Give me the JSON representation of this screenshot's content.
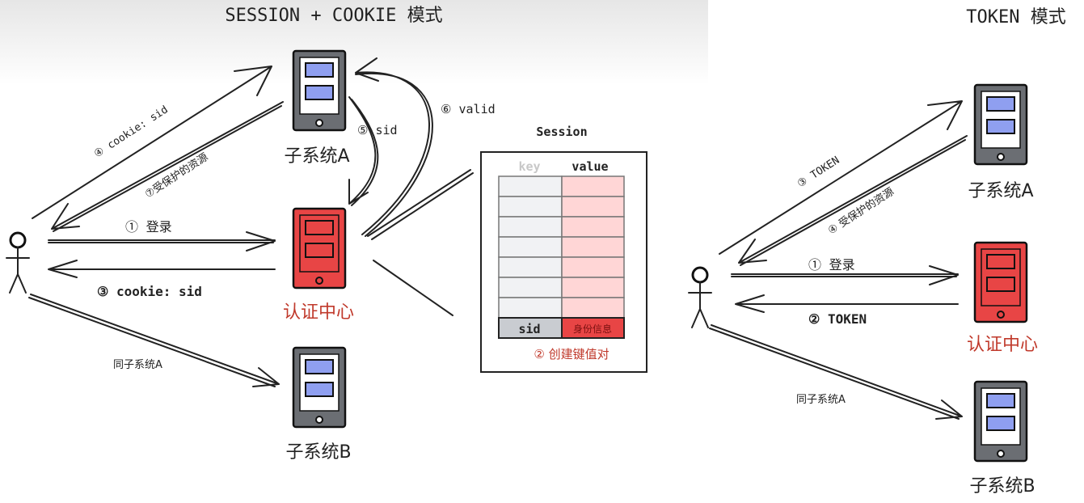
{
  "session_mode": {
    "title": "SESSION + COOKIE 模式",
    "subsystem_a": "子系统A",
    "auth_center": "认证中心",
    "subsystem_b": "子系统B",
    "arrows": {
      "step4": "④ cookie: sid",
      "step7": "⑦受保护的资源",
      "step1": "① 登录",
      "step3": "③ cookie: sid",
      "same_as_a": "同子系统A",
      "step5": "⑤ sid",
      "step6": "⑥ valid"
    },
    "session_store": {
      "title": "Session",
      "key_header": "key",
      "value_header": "value",
      "sid_key": "sid",
      "sid_value": "身份信息",
      "caption": "② 创建键值对"
    }
  },
  "token_mode": {
    "title": "TOKEN 模式",
    "subsystem_a": "子系统A",
    "auth_center": "认证中心",
    "subsystem_b": "子系统B",
    "arrows": {
      "step3": "③ TOKEN",
      "step4": "④ 受保护的资源",
      "step1": "① 登录",
      "step2": "② TOKEN",
      "same_as_a": "同子系统A"
    }
  },
  "colors": {
    "device_gray": "#6b6e73",
    "device_red": "#e84545",
    "screen_blue": "#8f9ff0",
    "auth_text": "#c0392b",
    "value_pink": "#ffd6d6",
    "key_gray": "#f1f2f4"
  }
}
